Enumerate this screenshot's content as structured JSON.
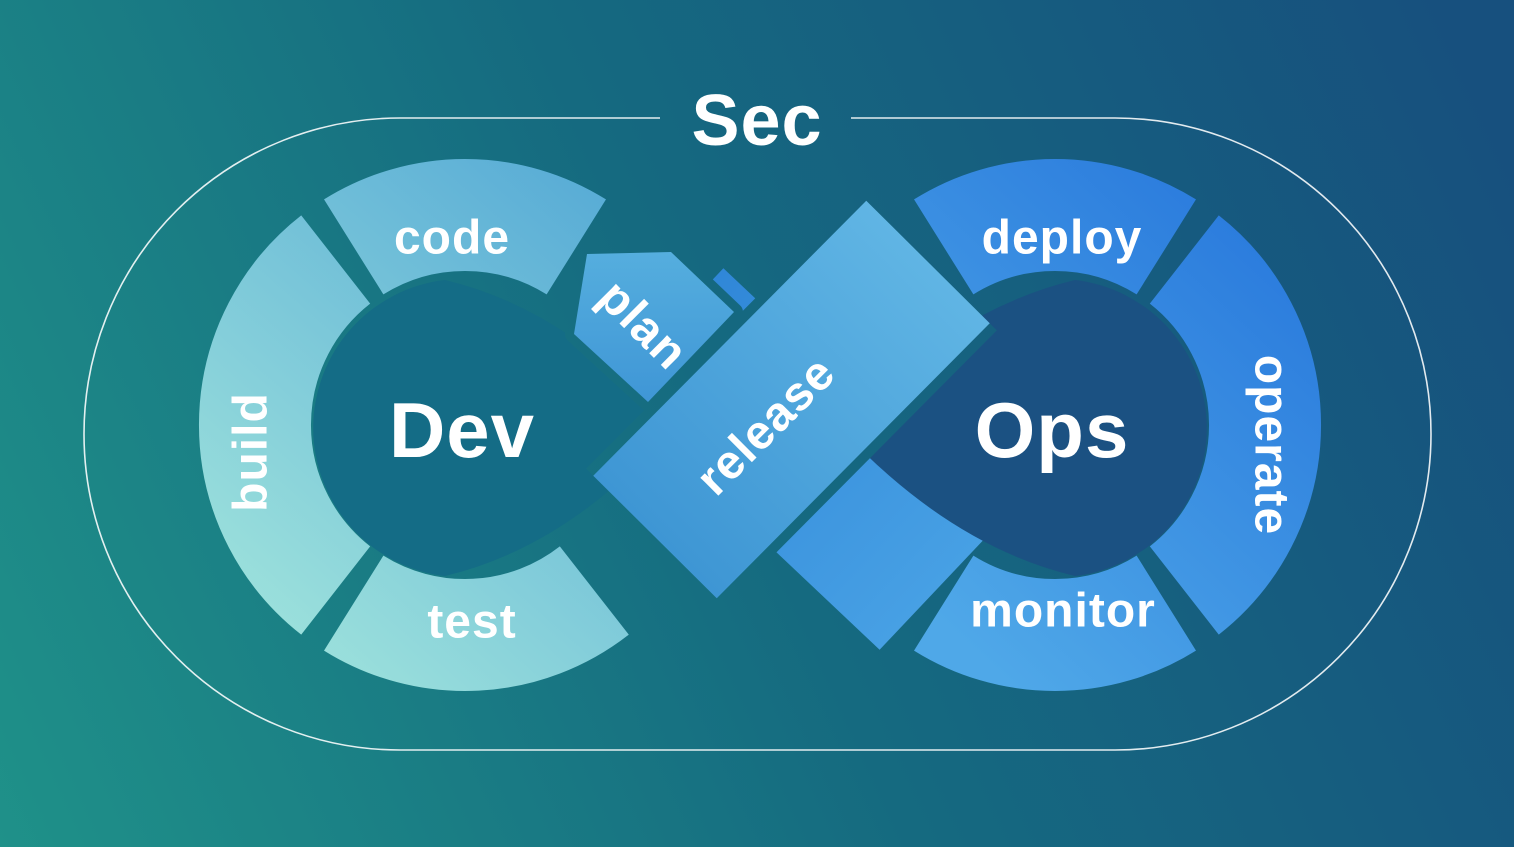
{
  "header": {
    "sec_label": "Sec"
  },
  "diagram": {
    "type": "devsecops-infinity-loop",
    "dev": {
      "center_label": "Dev",
      "segments": {
        "plan": "plan",
        "code": "code",
        "build": "build",
        "test": "test"
      }
    },
    "ops": {
      "center_label": "Ops",
      "segments": {
        "deploy": "deploy",
        "operate": "operate",
        "monitor": "monitor"
      }
    },
    "crossover_label": "release"
  },
  "colors": {
    "bg_teal": "#1F9189",
    "bg_mid": "#156A80",
    "bg_navy": "#17507E",
    "dev_ring_start": "#57ABD6",
    "dev_ring_end": "#A0E4DC",
    "ops_ring_start": "#4FA8E8",
    "ops_ring_end": "#2878DC",
    "release_start": "#3E96D4",
    "release_end": "#60B5E4",
    "under_start": "#47A0E4",
    "under_end": "#3087D8",
    "plan_start": "#55AEDE",
    "plan_end": "#3F96D6",
    "dev_disc": "#146C86",
    "ops_disc": "#1B5182",
    "outline": "#FFFFFF",
    "text": "#FFFFFF"
  }
}
